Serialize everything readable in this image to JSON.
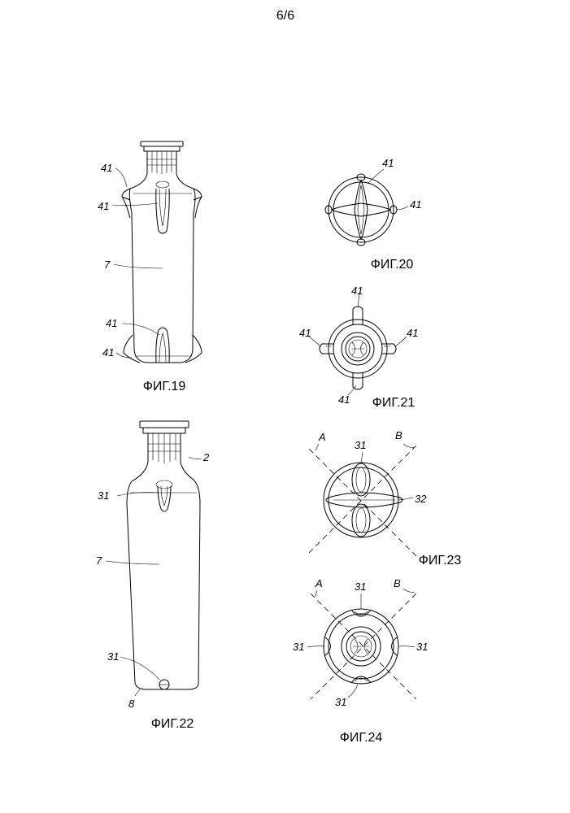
{
  "sheet": {
    "page_label": "6/6"
  },
  "figures": {
    "fig19": {
      "caption": "ФИГ.19",
      "labels": [
        "41",
        "41",
        "7",
        "41",
        "41"
      ]
    },
    "fig20": {
      "caption": "ФИГ.20",
      "labels": [
        "41",
        "41"
      ]
    },
    "fig21": {
      "caption": "ФИГ.21",
      "labels": [
        "41",
        "41",
        "41",
        "41"
      ]
    },
    "fig22": {
      "caption": "ФИГ.22",
      "labels": [
        "2",
        "31",
        "7",
        "31",
        "8"
      ]
    },
    "fig23": {
      "caption": "ФИГ.23",
      "labels": [
        "A",
        "31",
        "B",
        "32"
      ]
    },
    "fig24": {
      "caption": "ФИГ.24",
      "labels": [
        "A",
        "31",
        "B",
        "31",
        "31",
        "31"
      ]
    }
  }
}
